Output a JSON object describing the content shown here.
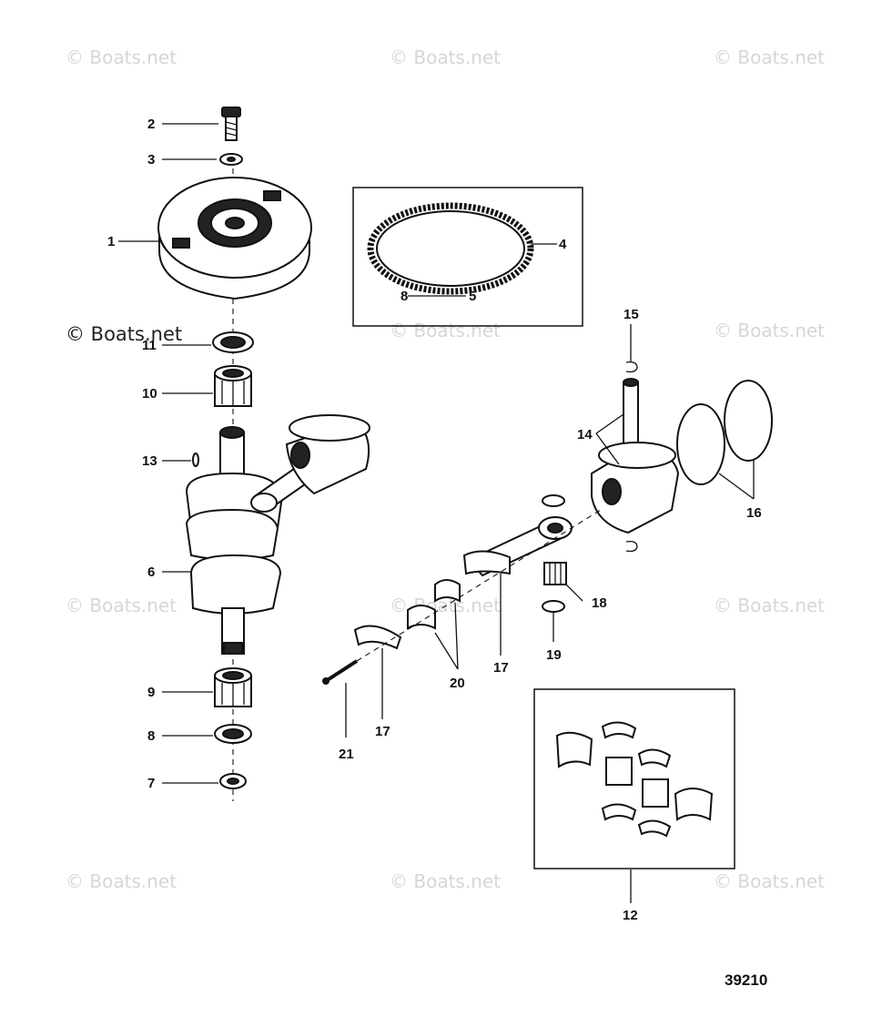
{
  "diagram": {
    "watermarks": [
      {
        "text": "© Boats.net"
      },
      {
        "text": "© Boats.net"
      },
      {
        "text": "© Boats.net"
      },
      {
        "text": "© Boats.net"
      },
      {
        "text": "© Boats.net"
      },
      {
        "text": "© Boats.net"
      },
      {
        "text": "© Boats.net"
      },
      {
        "text": "© Boats.net"
      },
      {
        "text": "© Boats.net"
      },
      {
        "text": "© Boats.net"
      },
      {
        "text": "© Boats.net"
      },
      {
        "text": "© Boats.net"
      }
    ],
    "callouts": {
      "c1": "1",
      "c2": "2",
      "c3": "3",
      "c4": "4",
      "c5": "5",
      "c6": "6",
      "c7": "7",
      "c8": "8",
      "c8b": "8",
      "c9": "9",
      "c10": "10",
      "c11": "11",
      "c12": "12",
      "c13": "13",
      "c14": "14",
      "c15": "15",
      "c16": "16",
      "c17a": "17",
      "c17b": "17",
      "c18": "18",
      "c19": "19",
      "c20": "20",
      "c21": "21"
    },
    "figure_number": "39210"
  }
}
